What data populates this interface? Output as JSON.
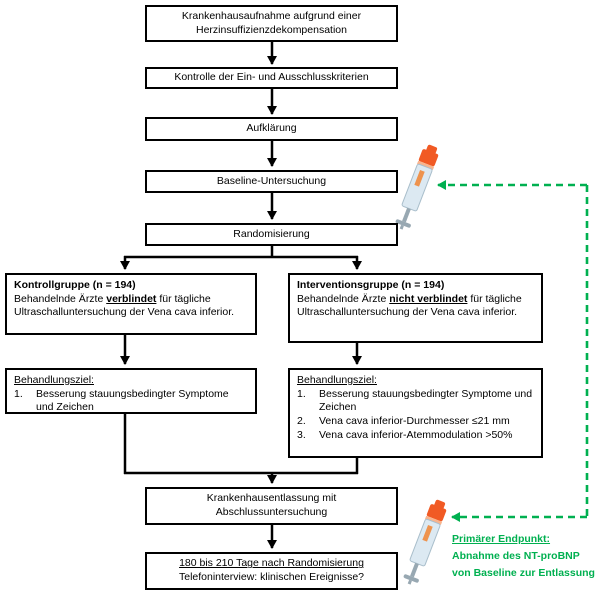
{
  "colors": {
    "accent_green": "#00B050",
    "box_border": "#000000",
    "arrow_black": "#000000",
    "syringe_cap_orange": "#F15A24",
    "syringe_barrel_blue": "#DCE9F2"
  },
  "flow": {
    "admission": {
      "line1": "Krankenhausaufnahme aufgrund einer",
      "line2": "Herzinsuffizienzdekompensation"
    },
    "criteria": {
      "label": "Kontrolle der Ein- und Ausschlusskriterien"
    },
    "consent": {
      "label": "Aufklärung"
    },
    "baseline": {
      "label": "Baseline-Untersuchung"
    },
    "randomization": {
      "label": "Randomisierung"
    },
    "control_group": {
      "title": "Kontrollgruppe (n = 194)",
      "prefix": "Behandelnde Ärzte ",
      "emphasis": "verblindet",
      "suffix": " für tägliche Ultraschalluntersuchung der Vena cava inferior."
    },
    "intervention_group": {
      "title": "Interventionsgruppe (n = 194)",
      "prefix": "Behandelnde Ärzte ",
      "emphasis": "nicht verblindet",
      "suffix": " für tägliche Ultraschalluntersuchung der Vena cava inferior."
    },
    "control_goal": {
      "heading": "Behandlungsziel:",
      "items": [
        {
          "num": "1.",
          "text": "Besserung stauungsbedingter Symptome und Zeichen"
        }
      ]
    },
    "intervention_goal": {
      "heading": "Behandlungsziel:",
      "items": [
        {
          "num": "1.",
          "text": "Besserung stauungsbedingter Symptome und Zeichen"
        },
        {
          "num": "2.",
          "text": "Vena cava inferior-Durchmesser ≤21 mm"
        },
        {
          "num": "3.",
          "text": "Vena cava inferior-Atemmodulation >50%"
        }
      ]
    },
    "discharge": {
      "line1": "Krankenhausentlassung mit",
      "line2": "Abschlussuntersuchung"
    },
    "followup": {
      "line1": "180 bis 210 Tage nach Randomisierung",
      "line2": "Telefoninterview: klinischen Ereignisse?"
    }
  },
  "endpoint_note": {
    "heading": "Primärer Endpunkt:",
    "line1": "Abnahme des NT-proBNP",
    "line2": "von Baseline zur Entlassung"
  },
  "icons": {
    "blood_sample_1": "syringe-icon",
    "blood_sample_2": "syringe-icon"
  }
}
